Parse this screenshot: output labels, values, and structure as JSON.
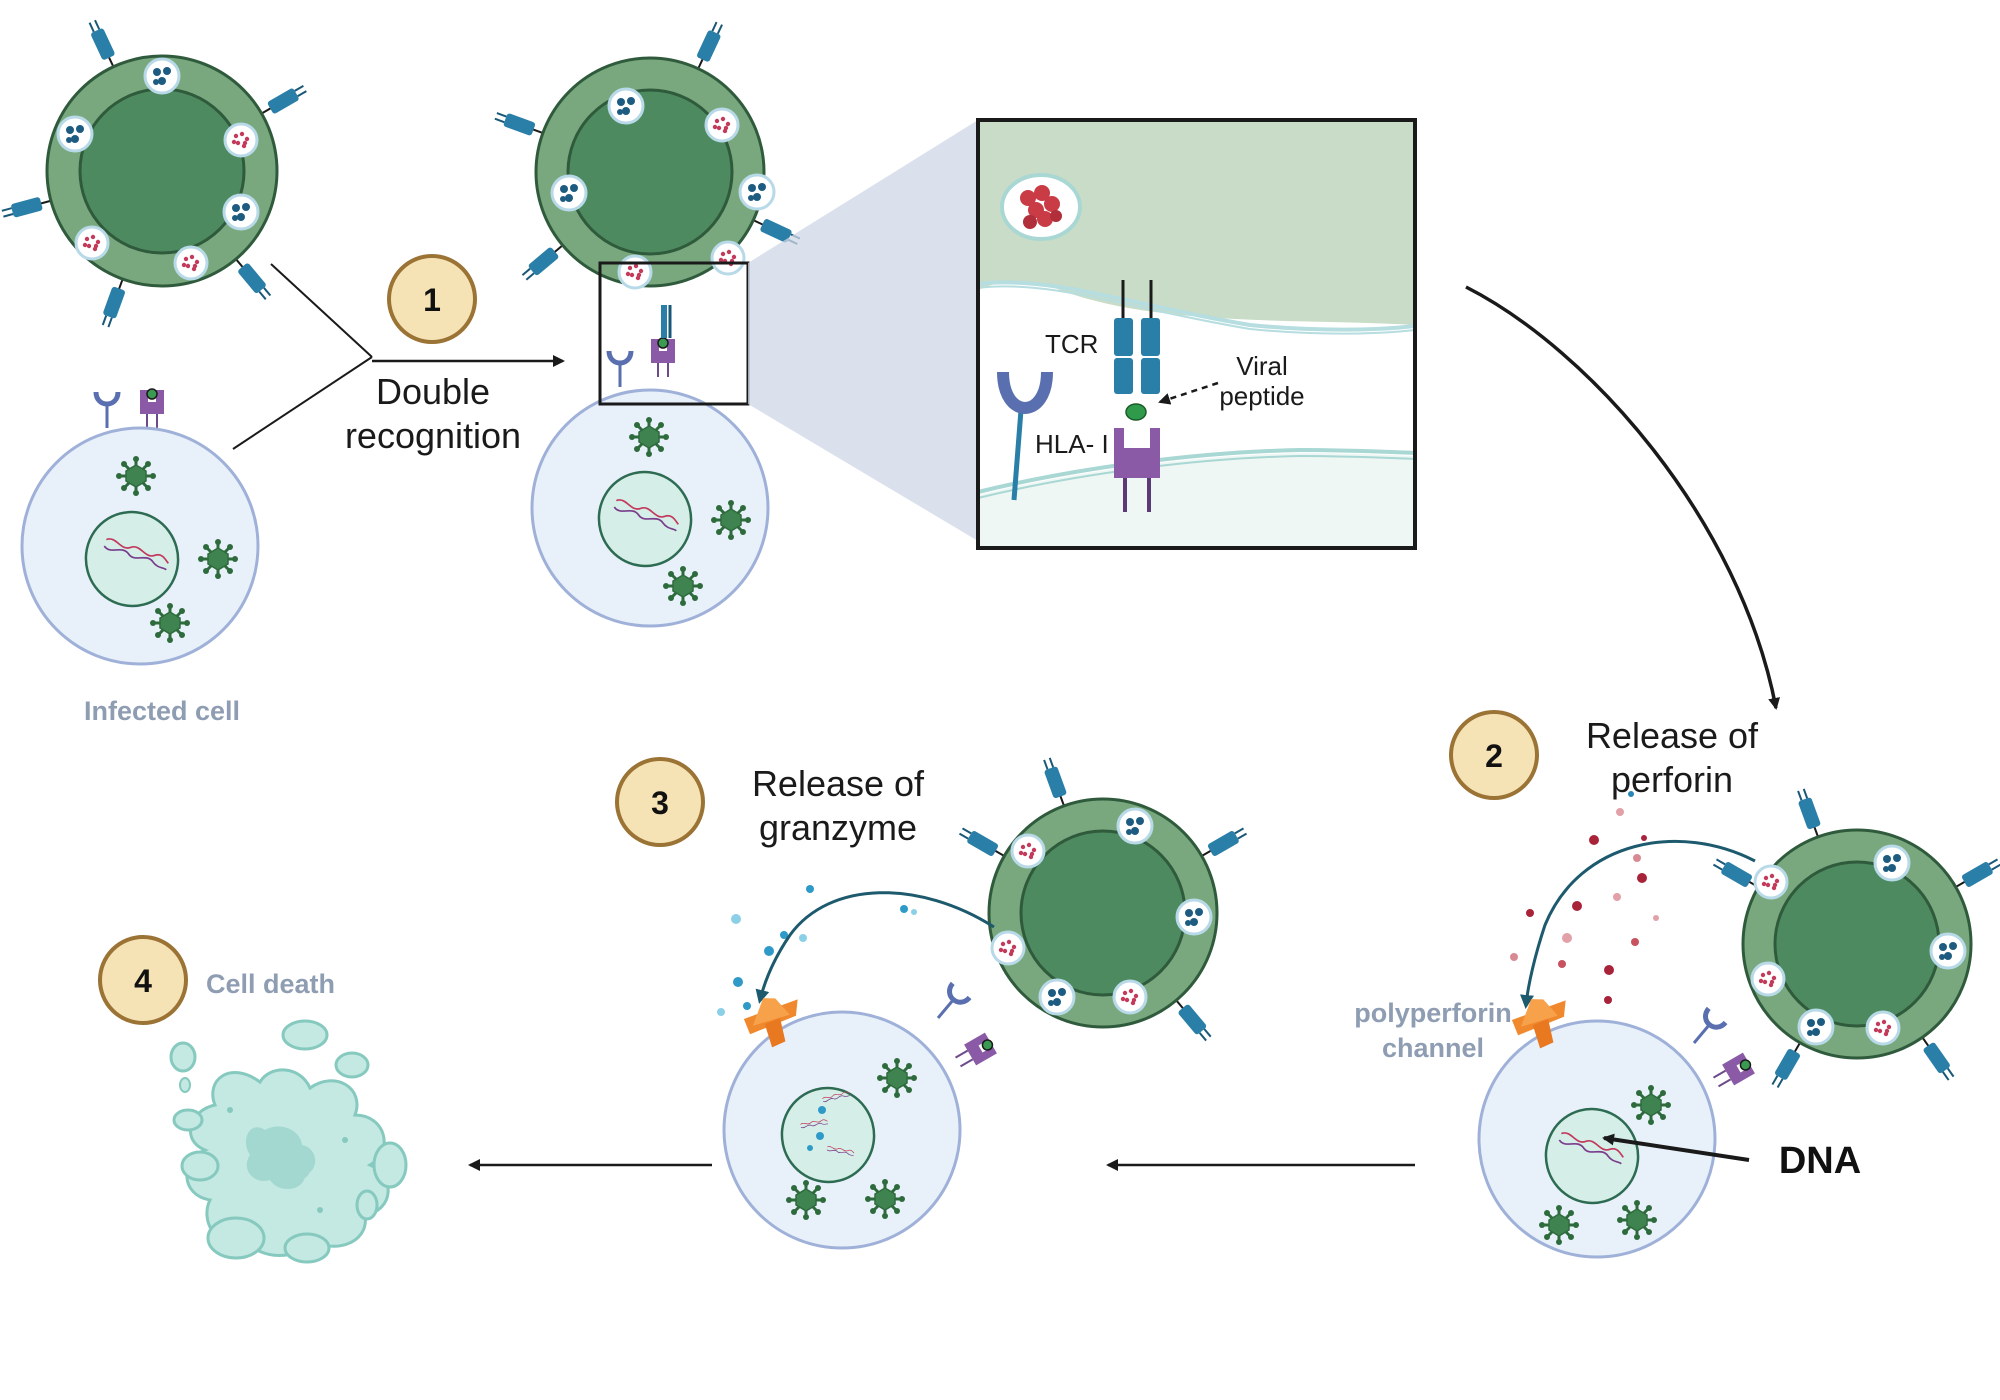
{
  "steps": [
    {
      "number": "1",
      "label_lines": [
        "Double",
        "recognition"
      ]
    },
    {
      "number": "2",
      "label_lines": [
        "Release of",
        "perforin"
      ]
    },
    {
      "number": "3",
      "label_lines": [
        "Release of",
        "granzyme"
      ]
    },
    {
      "number": "4",
      "label_lines": [
        "Cell death"
      ]
    }
  ],
  "labels": {
    "infected_cell": "Infected cell",
    "tcr": "TCR",
    "hla": "HLA- I",
    "viral_peptide_lines": [
      "Viral",
      "peptide"
    ],
    "polyperforin_lines": [
      "polyperforin",
      "channel"
    ],
    "dna": "DNA"
  },
  "colors": {
    "tcell_outer": "#7aa87e",
    "tcell_nucleus": "#4d8a60",
    "infected_cell": "#e8f0fa",
    "infected_outline": "#9fb1d8",
    "nucleus_fill": "#d5efe8",
    "step_badge": "#f5e3b5",
    "step_badge_border": "#9a7335",
    "tcr": "#2a7fa8",
    "hla": "#8a5aa6",
    "perforin": "#f0892e",
    "virus": "#3f8450",
    "dead_cell": "#c4e8e2"
  },
  "icons": [
    "virus-icon",
    "granule-icon",
    "tcr-receptor-icon",
    "hla-receptor-icon",
    "antibody-receptor-icon",
    "dna-strand-icon",
    "perforin-channel-icon"
  ]
}
